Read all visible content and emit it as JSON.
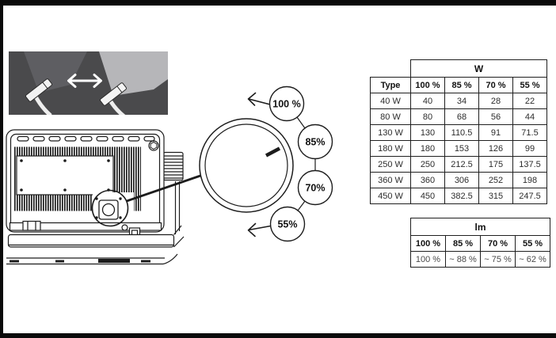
{
  "page": {
    "bg": "#ffffff",
    "frame_color": "#0a0a0a",
    "line_color": "#1c1c1c"
  },
  "inset": {
    "bg": "#4a4a4c",
    "beam_dim_color": "#5e5e62",
    "beam_bright_color": "#b6b6b9",
    "arrow_color": "#ffffff",
    "arrow_icon": "left-right-arrow"
  },
  "dial": {
    "stops": [
      {
        "label": "100 %"
      },
      {
        "label": "85%"
      },
      {
        "label": "70%"
      },
      {
        "label": "55%"
      }
    ],
    "ccw_arrow_icon": "arrow-left",
    "cw_arrow_icon": "arrow-left"
  },
  "w_table": {
    "unit_header": "W",
    "type_header": "Type",
    "percent_headers": [
      "100 %",
      "85 %",
      "70 %",
      "55 %"
    ],
    "rows": [
      {
        "type": "40 W",
        "values": [
          "40",
          "34",
          "28",
          "22"
        ]
      },
      {
        "type": "80 W",
        "values": [
          "80",
          "68",
          "56",
          "44"
        ]
      },
      {
        "type": "130 W",
        "values": [
          "130",
          "110.5",
          "91",
          "71.5"
        ]
      },
      {
        "type": "180 W",
        "values": [
          "180",
          "153",
          "126",
          "99"
        ]
      },
      {
        "type": "250 W",
        "values": [
          "250",
          "212.5",
          "175",
          "137.5"
        ]
      },
      {
        "type": "360 W",
        "values": [
          "360",
          "306",
          "252",
          "198"
        ]
      },
      {
        "type": "450 W",
        "values": [
          "450",
          "382.5",
          "315",
          "247.5"
        ]
      }
    ]
  },
  "lm_table": {
    "unit_header": "lm",
    "percent_headers": [
      "100 %",
      "85 %",
      "70 %",
      "55 %"
    ],
    "values": [
      "100 %",
      "~ 88 %",
      "~ 75 %",
      "~ 62 %"
    ]
  }
}
